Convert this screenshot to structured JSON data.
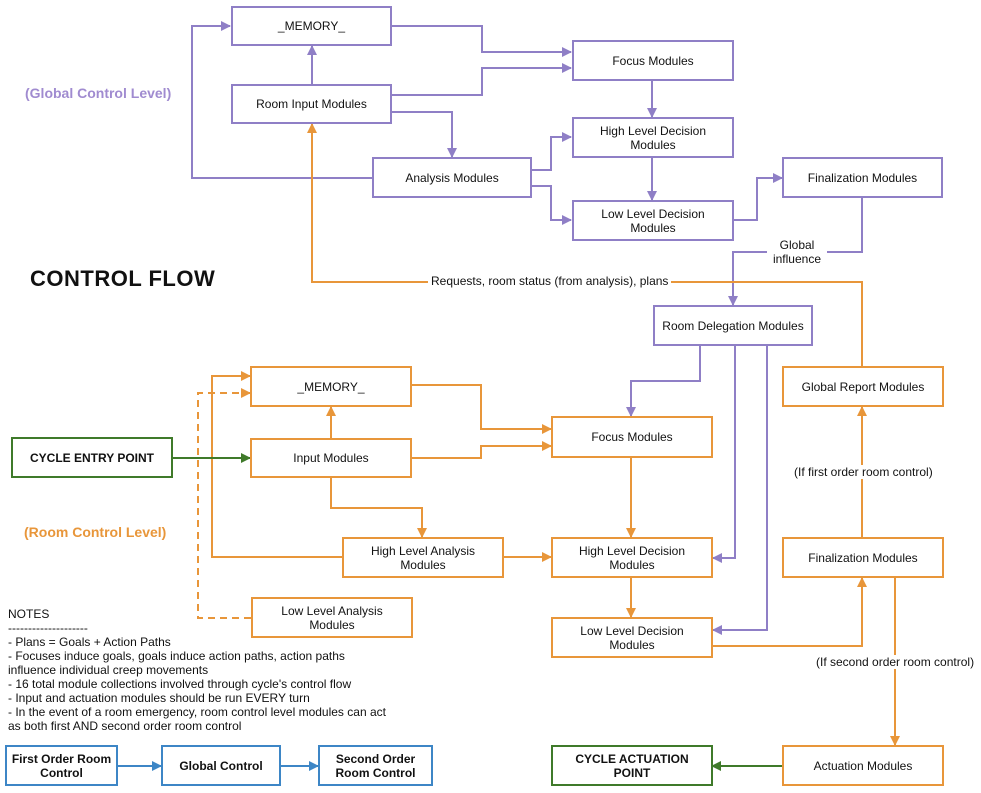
{
  "title": "CONTROL FLOW",
  "levels": {
    "global": "(Global Control Level)",
    "room": "(Room Control Level)"
  },
  "global": {
    "memory": "_MEMORY_",
    "room_input": "Room Input Modules",
    "analysis": "Analysis Modules",
    "focus": "Focus Modules",
    "high_decision": "High Level Decision Modules",
    "low_decision": "Low Level Decision Modules",
    "finalization": "Finalization Modules"
  },
  "room": {
    "delegation": "Room Delegation Modules",
    "memory": "_MEMORY_",
    "input": "Input Modules",
    "entry": "CYCLE ENTRY POINT",
    "focus": "Focus Modules",
    "high_analysis": "High Level Analysis Modules",
    "low_analysis": "Low Level Analysis Modules",
    "high_decision": "High Level Decision Modules",
    "low_decision": "Low Level Decision Modules",
    "global_report": "Global Report Modules",
    "finalization": "Finalization Modules",
    "actuation": "Actuation Modules",
    "actuation_point": "CYCLE ACTUATION POINT"
  },
  "edge_labels": {
    "global_influence": "Global influence",
    "requests": "Requests, room status (from analysis), plans",
    "first_order": "(If first order room control)",
    "second_order": "(If second order room control)"
  },
  "notes": {
    "heading": "NOTES",
    "divider": "--------------------",
    "items": [
      "- Plans = Goals + Action Paths",
      "- Focuses induce goals, goals induce action paths, action paths influence individual creep movements",
      "- 16 total module collections involved through cycle's control flow",
      "- Input and actuation modules should be run EVERY turn",
      "- In the event of a room emergency, room control level modules can act as both first AND second order room control"
    ]
  },
  "legend": {
    "first": "First Order Room Control",
    "global": "Global Control",
    "second": "Second Order Room Control"
  },
  "colors": {
    "global": "#8f7fc6",
    "room": "#e8963a",
    "entry": "#3f7a2a",
    "legend": "#3d86c6"
  }
}
